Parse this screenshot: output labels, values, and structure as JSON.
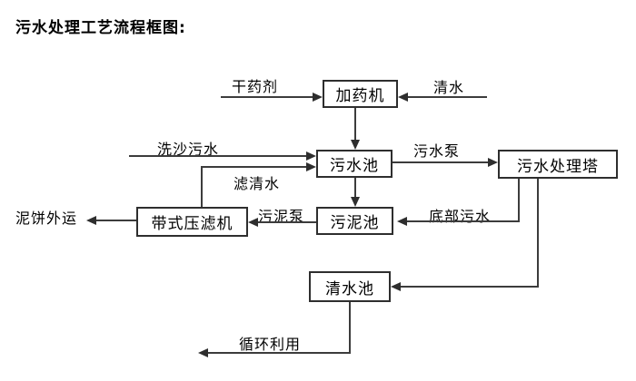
{
  "title": "污水处理工艺流程框图:",
  "diagram_type": "flowchart",
  "nodes": {
    "dosing": {
      "label": "加药机"
    },
    "sewage_pool": {
      "label": "污水池"
    },
    "tower": {
      "label": "污水处理塔"
    },
    "sludge_pool": {
      "label": "污泥池"
    },
    "belt_press": {
      "label": "带式压滤机"
    },
    "clean_pool": {
      "label": "清水池"
    }
  },
  "edge_labels": {
    "dry_agent": "干药剂",
    "clean_water": "清水",
    "sand_wash_sewage": "洗沙污水",
    "sewage_pump": "污水泵",
    "filtered_water": "滤清水",
    "mud_cake_out": "泥饼外运",
    "sludge_pump": "污泥泵",
    "bottom_sewage": "底部污水",
    "recycle_use": "循环利用"
  },
  "edges": [
    {
      "from": "external",
      "to": "dosing",
      "label": "干药剂"
    },
    {
      "from": "external",
      "to": "dosing",
      "label": "清水"
    },
    {
      "from": "dosing",
      "to": "sewage_pool",
      "label": ""
    },
    {
      "from": "external",
      "to": "sewage_pool",
      "label": "洗沙污水"
    },
    {
      "from": "belt_press",
      "to": "sewage_pool",
      "label": "滤清水"
    },
    {
      "from": "sewage_pool",
      "to": "tower",
      "label": "污水泵"
    },
    {
      "from": "sewage_pool",
      "to": "sludge_pool",
      "label": ""
    },
    {
      "from": "tower",
      "to": "sludge_pool",
      "label": "底部污水"
    },
    {
      "from": "sludge_pool",
      "to": "belt_press",
      "label": "污泥泵"
    },
    {
      "from": "belt_press",
      "to": "external",
      "label": "泥饼外运"
    },
    {
      "from": "tower",
      "to": "clean_pool",
      "label": ""
    },
    {
      "from": "clean_pool",
      "to": "external",
      "label": "循环利用"
    }
  ],
  "colors": {
    "background": "#ffffff",
    "line": "#3c3c3c",
    "box_border": "#2e2e2e",
    "text": "#000000"
  }
}
